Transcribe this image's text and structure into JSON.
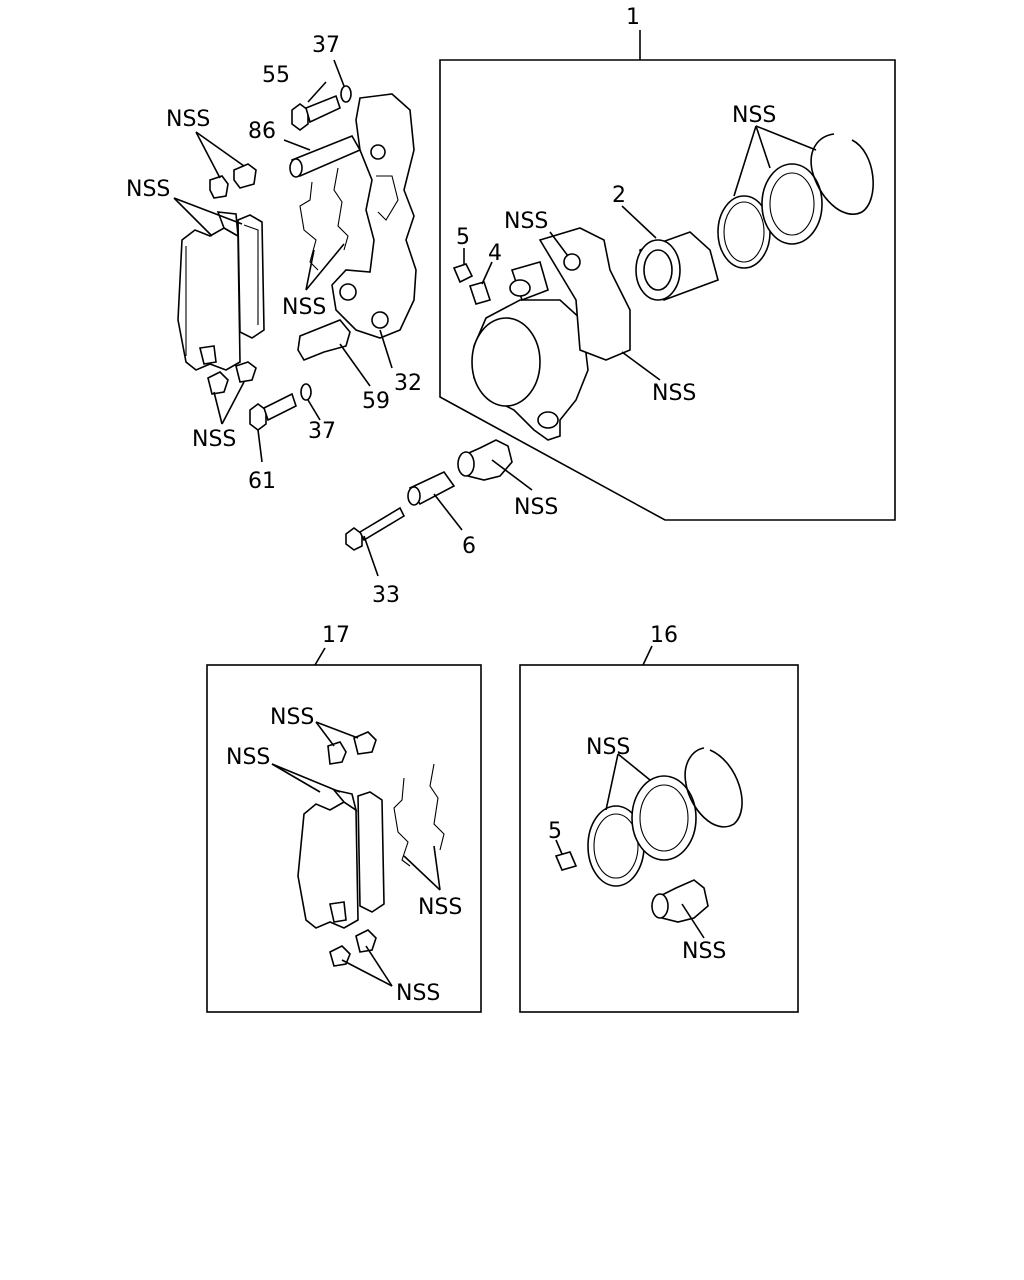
{
  "labels": {
    "p1": "1",
    "p2": "2",
    "p4": "4",
    "p5": "5",
    "p5b": "5",
    "p6": "6",
    "p16": "16",
    "p17": "17",
    "p32": "32",
    "p33": "33",
    "p37a": "37",
    "p37b": "37",
    "p55": "55",
    "p59": "59",
    "p61": "61",
    "p86": "86",
    "nss": "NSS"
  }
}
